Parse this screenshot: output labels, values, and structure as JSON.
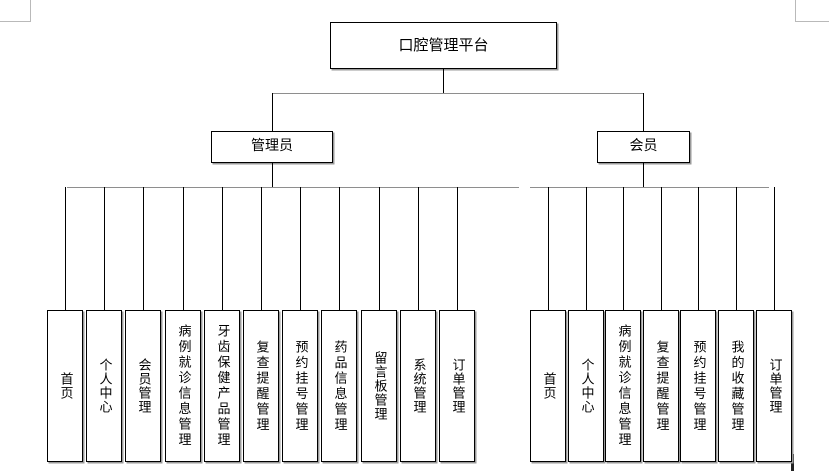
{
  "diagram": {
    "type": "hierarchy-tree",
    "title": "口腔管理平台",
    "root": {
      "label": "口腔管理平台"
    },
    "branches": [
      {
        "id": "admin",
        "label": "管理员",
        "leaves": [
          {
            "label": "首页"
          },
          {
            "label": "个人中心"
          },
          {
            "label": "会员管理"
          },
          {
            "label": "病例就诊信息管理"
          },
          {
            "label": "牙齿保健产品管理"
          },
          {
            "label": "复查提醒管理"
          },
          {
            "label": "预约挂号管理"
          },
          {
            "label": "药品信息管理"
          },
          {
            "label": "留言板管理"
          },
          {
            "label": "系统管理"
          },
          {
            "label": "订单管理"
          }
        ]
      },
      {
        "id": "member",
        "label": "会员",
        "leaves": [
          {
            "label": "首页"
          },
          {
            "label": "个人中心"
          },
          {
            "label": "病例就诊信息管理"
          },
          {
            "label": "复查提醒管理"
          },
          {
            "label": "预约挂号管理"
          },
          {
            "label": "我的收藏管理"
          },
          {
            "label": "订单管理"
          }
        ]
      }
    ],
    "colors": {
      "box_border": "#000000",
      "box_fill": "#ffffff",
      "box_shadow": "#9a9a9a",
      "connector": "#000000",
      "margin_mark": "#b9b9b9"
    }
  }
}
